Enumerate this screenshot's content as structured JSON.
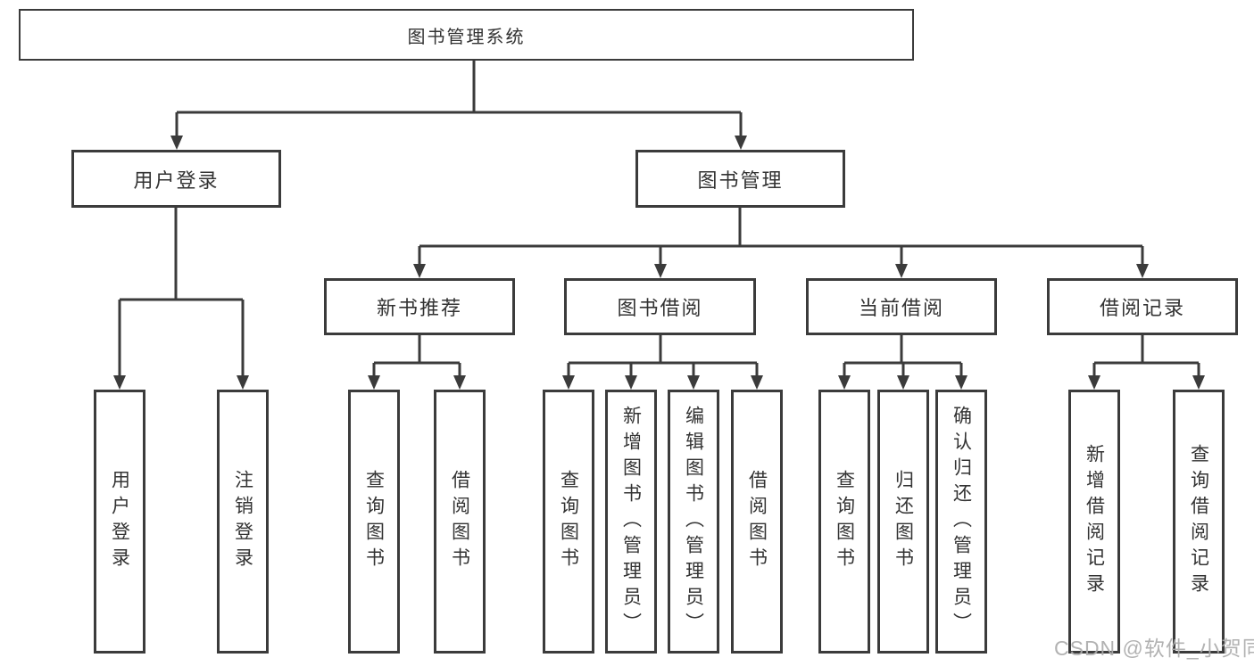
{
  "diagram": {
    "type": "hierarchy-tree",
    "background": "#ffffff",
    "line_color": "#3b3b3b",
    "text_color": "#333333",
    "watermark": {
      "text": "CSDN @软件_小贺同学",
      "color": "#ababab"
    },
    "tree": {
      "label": "图书管理系统",
      "children": [
        {
          "label": "用户登录",
          "children": [
            {
              "label": "用户登录"
            },
            {
              "label": "注销登录"
            }
          ]
        },
        {
          "label": "图书管理",
          "children": [
            {
              "label": "新书推荐",
              "children": [
                {
                  "label": "查询图书"
                },
                {
                  "label": "借阅图书"
                }
              ]
            },
            {
              "label": "图书借阅",
              "children": [
                {
                  "label": "查询图书"
                },
                {
                  "label": "新增图书（管理员）"
                },
                {
                  "label": "编辑图书（管理员）"
                },
                {
                  "label": "借阅图书"
                }
              ]
            },
            {
              "label": "当前借阅",
              "children": [
                {
                  "label": "查询图书"
                },
                {
                  "label": "归还图书"
                },
                {
                  "label": "确认归还（管理员）"
                }
              ]
            },
            {
              "label": "借阅记录",
              "children": [
                {
                  "label": "新增借阅记录"
                },
                {
                  "label": "查询借阅记录"
                }
              ]
            }
          ]
        }
      ]
    }
  }
}
